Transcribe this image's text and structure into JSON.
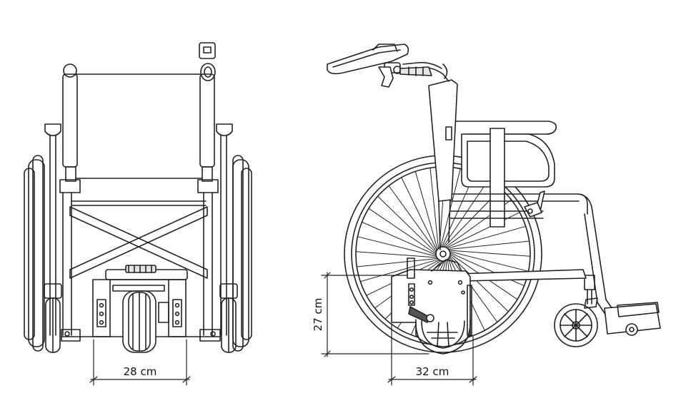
{
  "colors": {
    "line": "#222222",
    "fill_light": "#ffffff",
    "fill_mid": "#e6e6e6",
    "fill_dark": "#555555"
  },
  "front_view": {
    "width_dimension_label": "28 cm"
  },
  "side_view": {
    "height_dimension_label": "27 cm",
    "length_dimension_label": "32 cm"
  }
}
